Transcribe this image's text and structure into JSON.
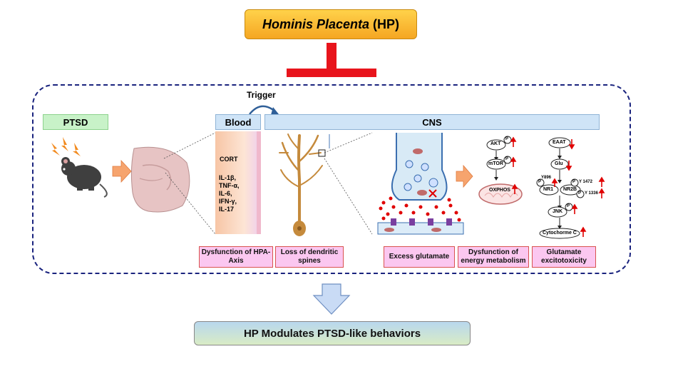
{
  "top": {
    "title_italic": "Hominis Placenta",
    "title_abbr": "(HP)"
  },
  "headers": {
    "ptsd": "PTSD",
    "blood": "Blood",
    "cns": "CNS",
    "trigger": "Trigger"
  },
  "blood_panel": {
    "cort": "CORT",
    "cytokines": [
      "IL-1β,",
      "TNF-α,",
      "IL-6,",
      "IFN-γ,",
      "IL-17"
    ]
  },
  "energy": {
    "akt": "AKT",
    "mtor": "mTOR",
    "oxphos": "OXPHOS",
    "p": "P"
  },
  "excito": {
    "eaat": "EAAT",
    "glu": "Glu",
    "y896": "Y896",
    "y1472": "Y 1472",
    "y1336": "Y 1336",
    "nr1": "NR1",
    "nr2b": "NR2B",
    "jnk": "JNK",
    "cyto_c": "Cytochorme C"
  },
  "labels": [
    "Dysfunction of HPA-Axis",
    "Loss of dendritic spines",
    "Excess glutamate",
    "Dysfunction of energy metabolism",
    "Glutamate excitotoxicity"
  ],
  "conclusion": "HP Modulates PTSD-like behaviors",
  "colors": {
    "inhibit": "#e8141c",
    "dash": "#1a237e",
    "arrow_up": "#e00000",
    "label_bg": "#fbc7f0"
  }
}
